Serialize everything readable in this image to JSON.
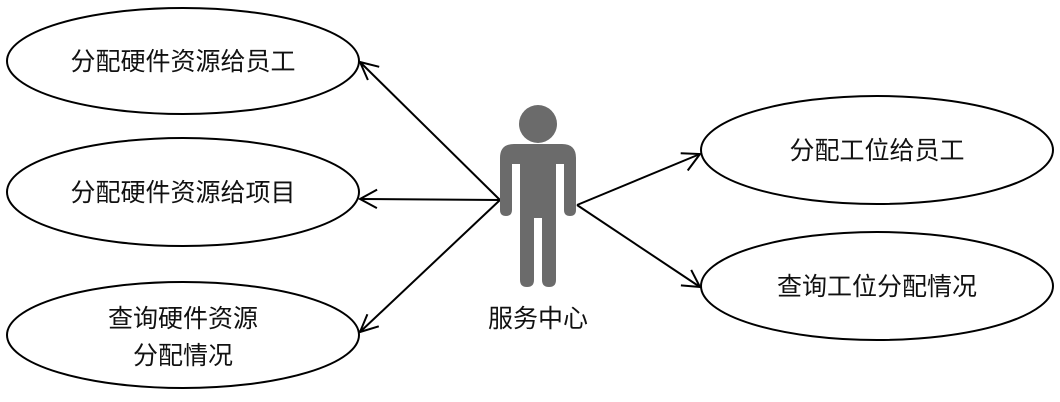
{
  "actor": {
    "label": "服务中心",
    "icon": "person-icon",
    "color": "#6b6b6b"
  },
  "use_cases": [
    {
      "id": "assign-hardware-to-employee",
      "lines": [
        "分配硬件资源给员工"
      ]
    },
    {
      "id": "assign-hardware-to-project",
      "lines": [
        "分配硬件资源给项目"
      ]
    },
    {
      "id": "query-hardware-allocation",
      "lines": [
        "查询硬件资源",
        "分配情况"
      ]
    },
    {
      "id": "assign-workstation-to-employee",
      "lines": [
        "分配工位给员工"
      ]
    },
    {
      "id": "query-workstation-allocation",
      "lines": [
        "查询工位分配情况"
      ]
    }
  ]
}
